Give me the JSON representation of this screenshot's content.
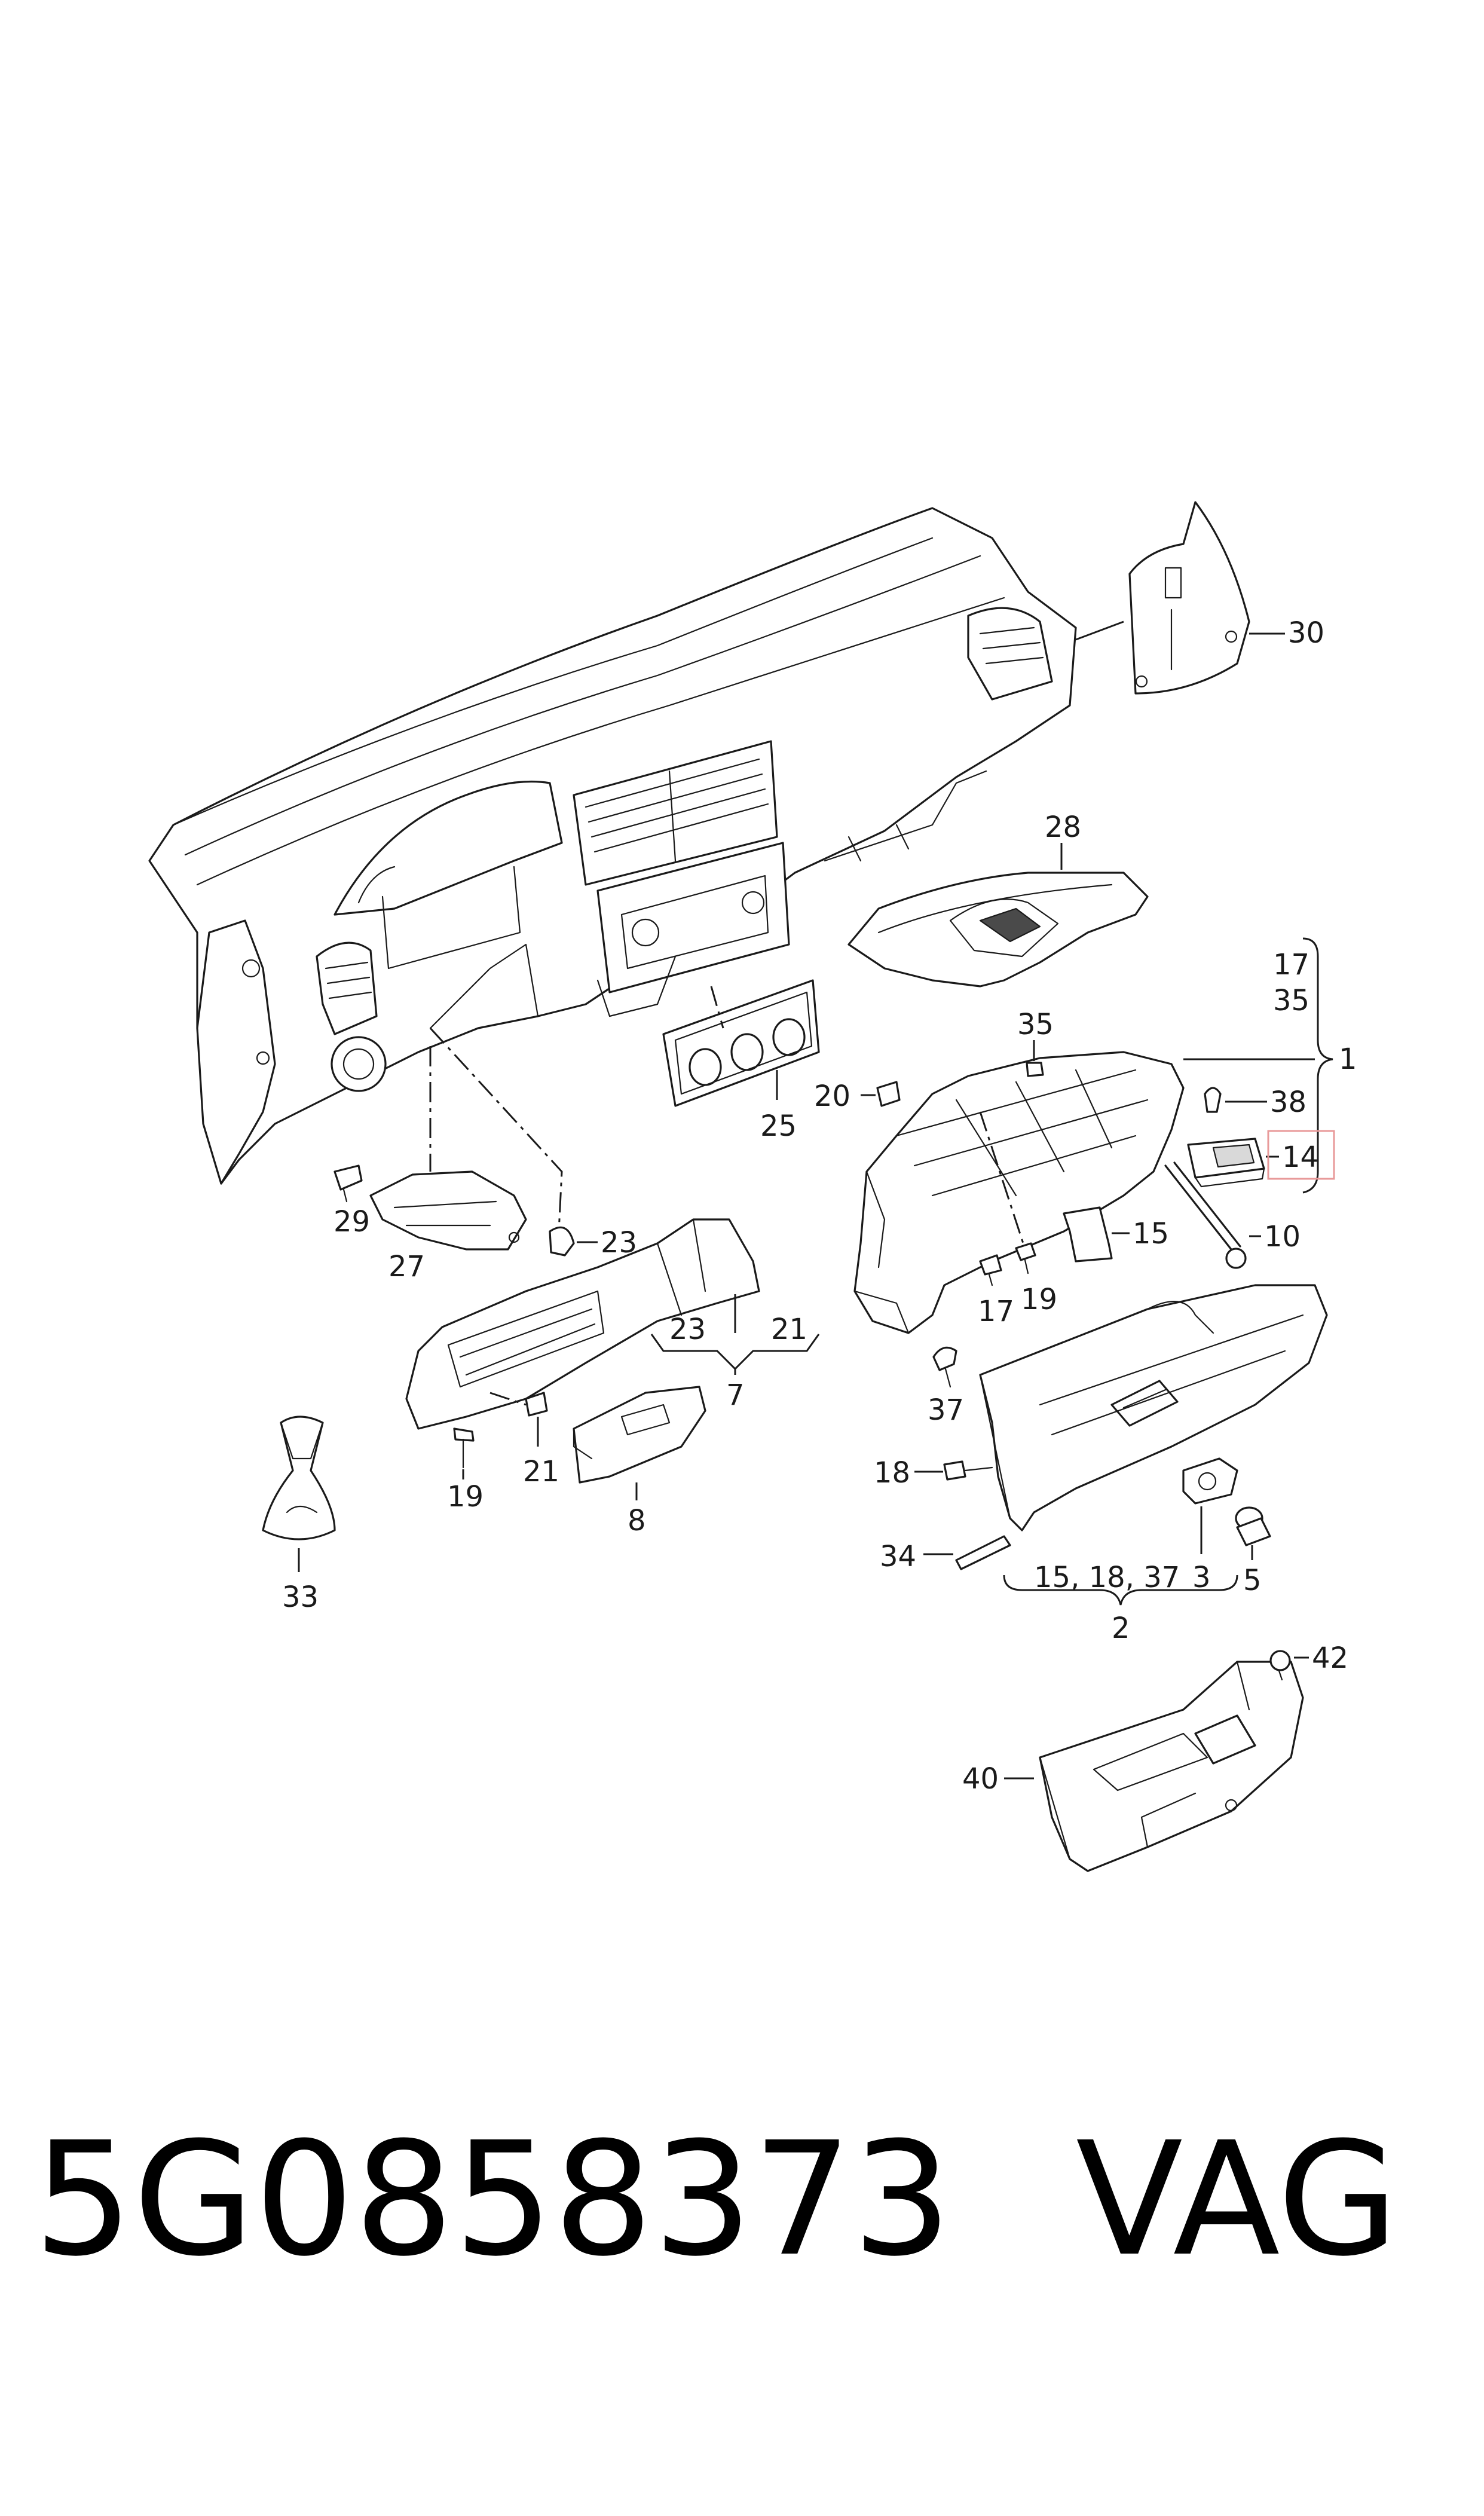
{
  "caption": {
    "part_number": "5G0858373",
    "manufacturer": "VAG"
  },
  "highlight": {
    "color": "#e89a9a",
    "callout": "14"
  },
  "callouts": {
    "c1": "1",
    "c2": "2",
    "c3": "3",
    "c5": "5",
    "c7": "7",
    "c8": "8",
    "c10": "10",
    "c14": "14",
    "c15_right": "15",
    "c15_18_37": "15, 18, 37",
    "c17_upper": "17",
    "c35_upper": "35",
    "c17_lower": "17",
    "c18": "18",
    "c19_left": "19",
    "c19_mid": "19",
    "c20": "20",
    "c21_left": "21",
    "c21_bracket": "21",
    "c23_upper": "23",
    "c23_bracket": "23",
    "c25": "25",
    "c27": "27",
    "c28": "28",
    "c29": "29",
    "c30": "30",
    "c33": "33",
    "c34": "34",
    "c35": "35",
    "c37": "37",
    "c38": "38",
    "c40": "40",
    "c42": "42"
  }
}
